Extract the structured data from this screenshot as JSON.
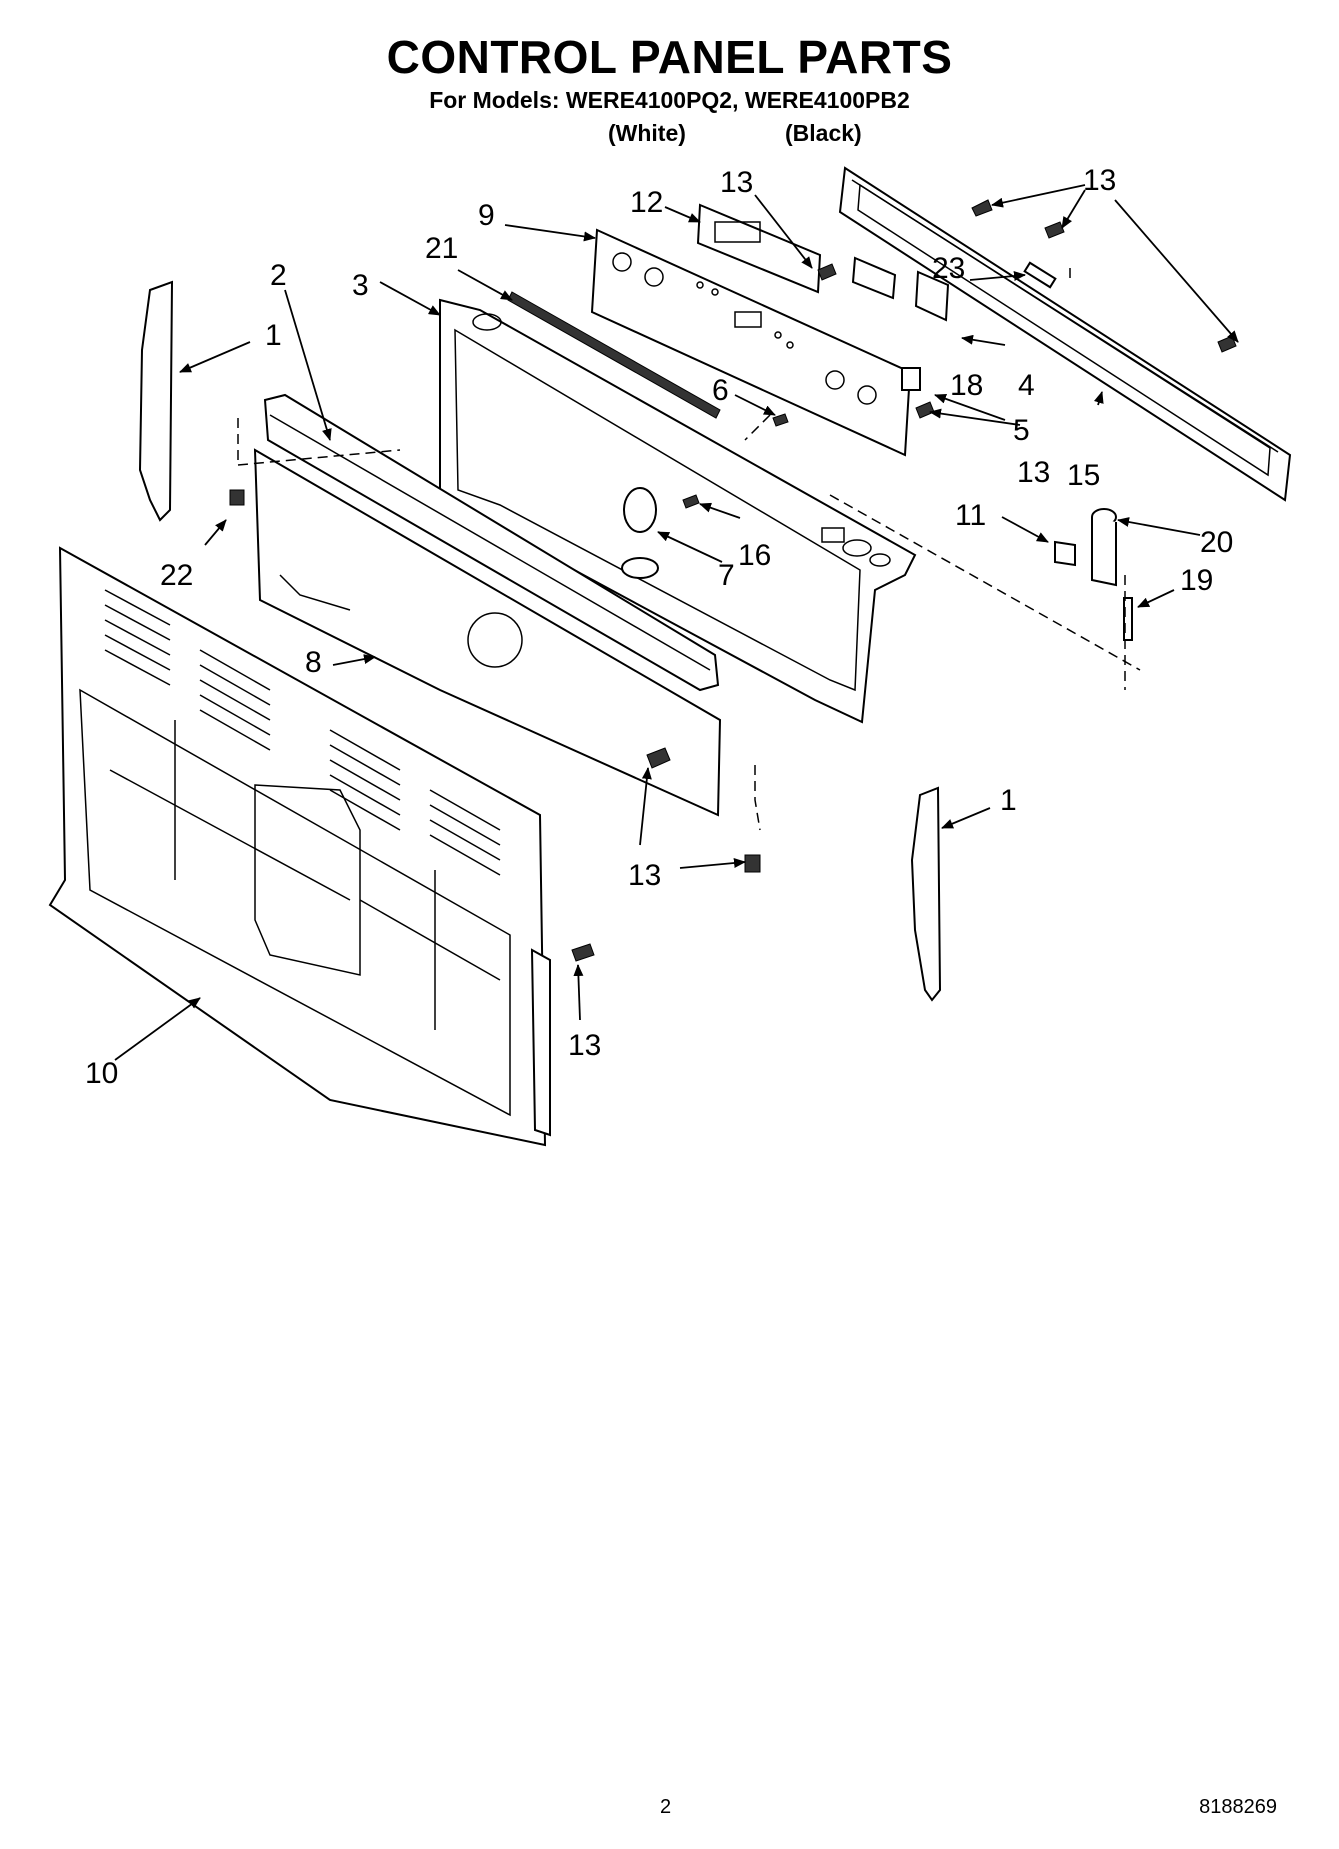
{
  "header": {
    "title": "CONTROL PANEL PARTS",
    "subtitle": "For Models: WERE4100PQ2, WERE4100PB2",
    "variant_white": "(White)",
    "variant_black": "(Black)"
  },
  "callouts": {
    "c1_left": "1",
    "c1_right": "1",
    "c2": "2",
    "c3": "3",
    "c4": "4",
    "c5": "5",
    "c6": "6",
    "c7": "7",
    "c8": "8",
    "c9": "9",
    "c10": "10",
    "c11": "11",
    "c12": "12",
    "c13_top": "13",
    "c13_topright": "13",
    "c13_mid": "13",
    "c13_lower": "13",
    "c13_bottom": "13",
    "c15": "15",
    "c16": "16",
    "c18": "18",
    "c19": "19",
    "c20": "20",
    "c21": "21",
    "c22": "22",
    "c23": "23"
  },
  "footer": {
    "page_number": "2",
    "doc_number": "8188269"
  }
}
